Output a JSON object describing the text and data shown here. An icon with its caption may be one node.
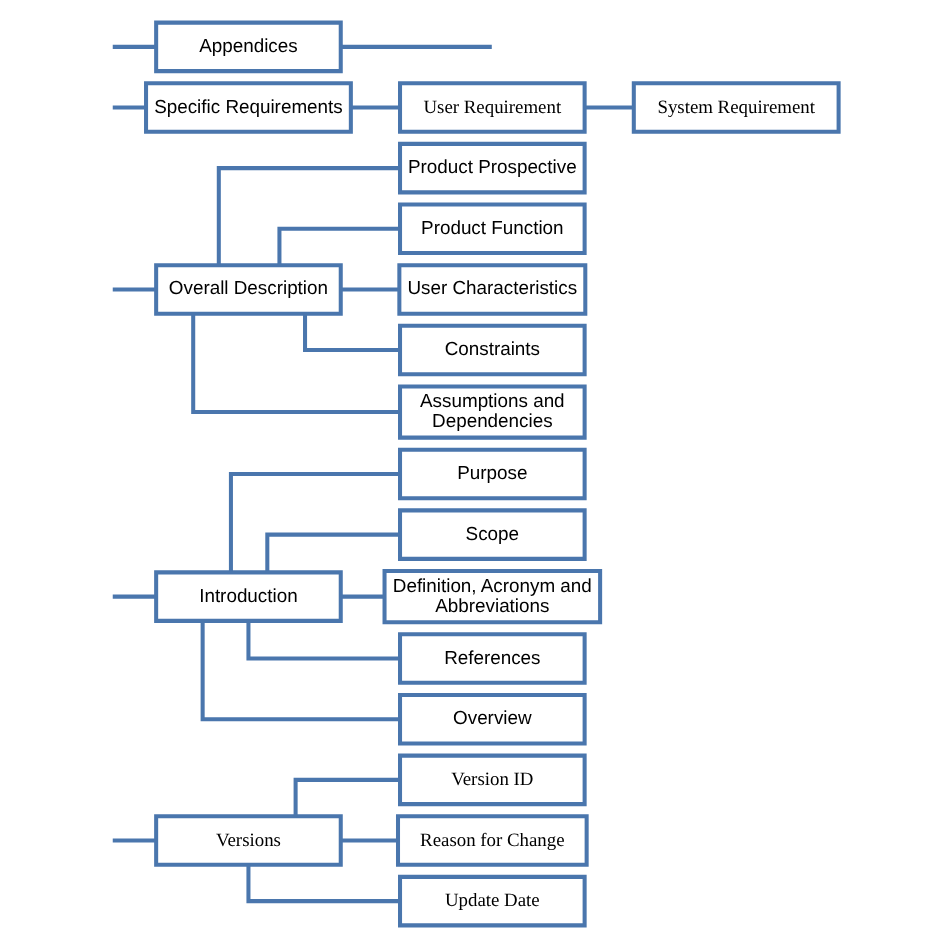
{
  "diagram": {
    "nodes": [
      {
        "text": [
          "Versions"
        ]
      },
      {
        "text": [
          "Version ID"
        ]
      },
      {
        "text": [
          "Reason for Change"
        ]
      },
      {
        "text": [
          "Update Date"
        ]
      },
      {
        "text": [
          "Introduction"
        ]
      },
      {
        "text": [
          "Purpose"
        ]
      },
      {
        "text": [
          "Scope"
        ]
      },
      {
        "text": [
          "Definition, Acronym and Abbreviations"
        ]
      },
      {
        "text": [
          "References"
        ]
      },
      {
        "text": [
          "Overview"
        ]
      },
      {
        "text": [
          "Overall Description"
        ]
      },
      {
        "text": [
          "Product Prospective"
        ]
      },
      {
        "text": [
          "Product Function"
        ]
      },
      {
        "text": [
          "User Characteristics"
        ]
      },
      {
        "text": [
          "Constraints"
        ]
      },
      {
        "text": [
          "Assumptions and Dependencies"
        ]
      },
      {
        "text": [
          "Specific Requirements"
        ]
      },
      {
        "text": [
          "User Requirement"
        ]
      },
      {
        "text": [
          "System Requirement"
        ]
      },
      {
        "text": [
          "Appendices"
        ]
      }
    ],
    "edges": [
      {
        "from": null,
        "to": 0,
        "arrow": "none"
      },
      {
        "from": 0,
        "to": 1,
        "arrow": "none"
      },
      {
        "from": 0,
        "to": 2,
        "arrow": "none"
      },
      {
        "from": 0,
        "to": 3,
        "arrow": "none"
      },
      {
        "from": null,
        "to": 4,
        "arrow": "none"
      },
      {
        "from": 4,
        "to": 5,
        "arrow": "none"
      },
      {
        "from": 4,
        "to": 6,
        "arrow": "none"
      },
      {
        "from": 4,
        "to": 7,
        "arrow": "none"
      },
      {
        "from": 4,
        "to": 8,
        "arrow": "none"
      },
      {
        "from": 4,
        "to": 9,
        "arrow": "none"
      },
      {
        "from": null,
        "to": 10,
        "arrow": "none"
      },
      {
        "from": 10,
        "to": 11,
        "arrow": "none"
      },
      {
        "from": 10,
        "to": 12,
        "arrow": "none"
      },
      {
        "from": 10,
        "to": 13,
        "arrow": "none"
      },
      {
        "from": 10,
        "to": 14,
        "arrow": "none"
      },
      {
        "from": 10,
        "to": 15,
        "arrow": "none"
      },
      {
        "from": null,
        "to": 16,
        "arrow": "none"
      },
      {
        "from": 16,
        "to": 17,
        "arrow": "none"
      },
      {
        "from": 17,
        "to": 18,
        "arrow": "none"
      },
      {
        "from": null,
        "to": 19,
        "arrow": "none"
      },
      {
        "from": 19,
        "to": null,
        "arrow": "none"
      }
    ]
  }
}
